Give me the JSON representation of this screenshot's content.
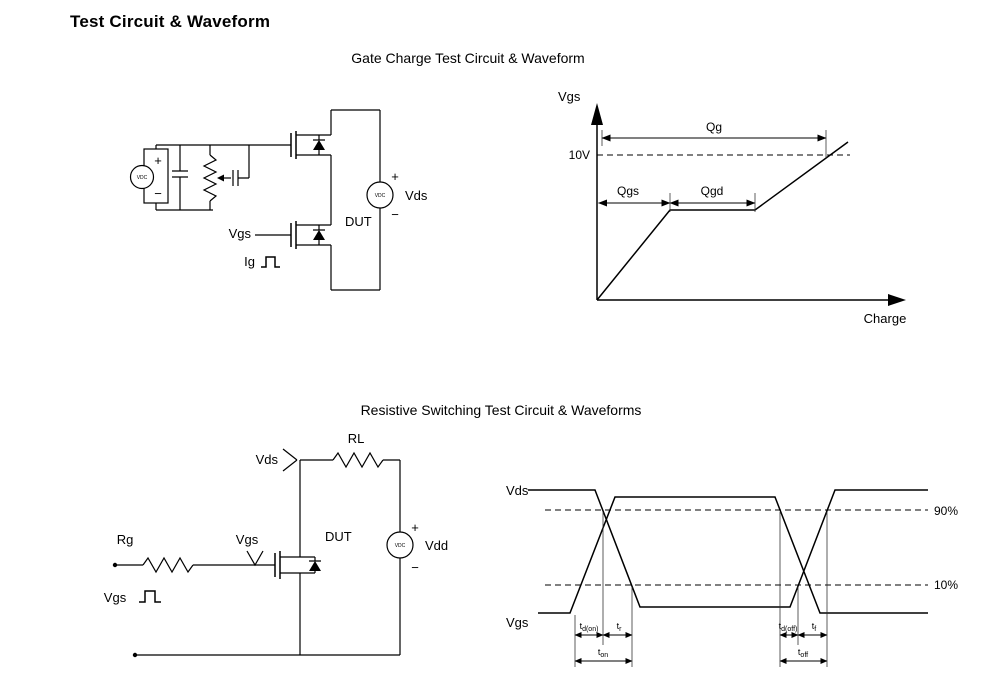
{
  "page": {
    "title": "Test Circuit & Waveform"
  },
  "gate_charge": {
    "section_title": "Gate Charge Test Circuit & Waveform",
    "circuit": {
      "source_plus": "+",
      "source_minus": "−",
      "source_label": "VDC",
      "supply_label": "VDC",
      "vds_plus": "+",
      "vds_label": "Vds",
      "vds_minus": "−",
      "dut_label": "DUT",
      "vgs_label": "Vgs",
      "ig_label": "Ig"
    },
    "waveform": {
      "y_axis": "Vgs",
      "x_axis": "Charge",
      "level_10v": "10V",
      "qg": "Qg",
      "qgs": "Qgs",
      "qgd": "Qgd"
    }
  },
  "resistive": {
    "section_title": "Resistive Switching Test Circuit & Waveforms",
    "circuit": {
      "rl_label": "RL",
      "vds_label": "Vds",
      "vgs_gate_label": "Vgs",
      "rg_label": "Rg",
      "dut_label": "DUT",
      "supply_label": "VDC",
      "vdd_plus": "+",
      "vdd_label": "Vdd",
      "vdd_minus": "−",
      "vgs_input_label": "Vgs"
    },
    "waveform": {
      "vds_label": "Vds",
      "vgs_label": "Vgs",
      "level_90": "90%",
      "level_10": "10%",
      "timings": {
        "td_on": {
          "base": "t",
          "sub": "d(on)"
        },
        "tr": {
          "base": "t",
          "sub": "r"
        },
        "t_on": {
          "base": "t",
          "sub": "on"
        },
        "td_off": {
          "base": "t",
          "sub": "d(off)"
        },
        "tf": {
          "base": "t",
          "sub": "f"
        },
        "t_off": {
          "base": "t",
          "sub": "off"
        }
      }
    }
  }
}
